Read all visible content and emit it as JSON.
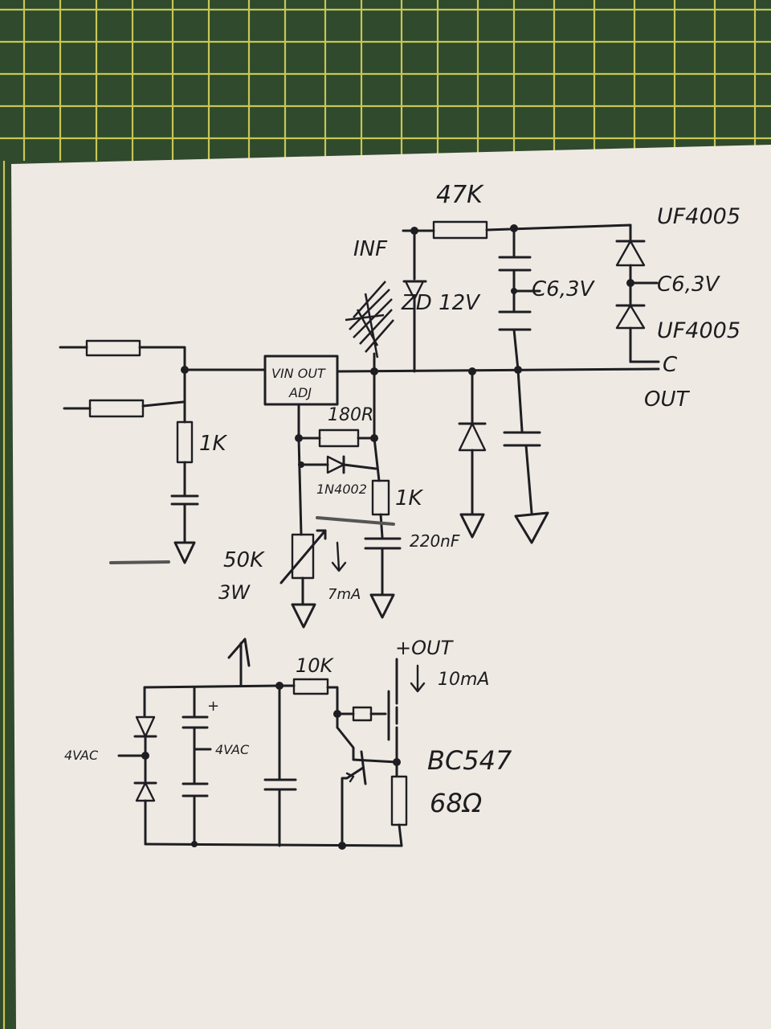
{
  "colors": {
    "mat": "#2f4a2c",
    "grid": "#d9d45a",
    "paper": "#efe9e4",
    "ink": "#1e1e22"
  },
  "labels": {
    "r_47k": "47K",
    "uf4005_top": "UF4005",
    "inf": "INF",
    "zener": "ZD 12V",
    "c63v_1": "C6,3V",
    "c63v_2": "C6,3V",
    "uf4005_bottom": "UF4005",
    "c_out": "C",
    "out": "OUT",
    "vin_out": "VIN OUT",
    "adj": "ADJ",
    "r_180r": "180R",
    "r_1k_left": "1K",
    "diode_1n4002": "1N4002",
    "r_1k_mid": "1K",
    "c_220nf": "220nF",
    "pot_50k": "50K",
    "pot_3w": "3W",
    "current_7ma": "7mA",
    "r_10k": "10K",
    "plus_out": "+OUT",
    "current_10ma": "10mA",
    "bc547": "BC547",
    "r_68": "68Ω",
    "vac_left": "4VAC",
    "vac_mid": "4VAC",
    "cap_plus": "+"
  }
}
